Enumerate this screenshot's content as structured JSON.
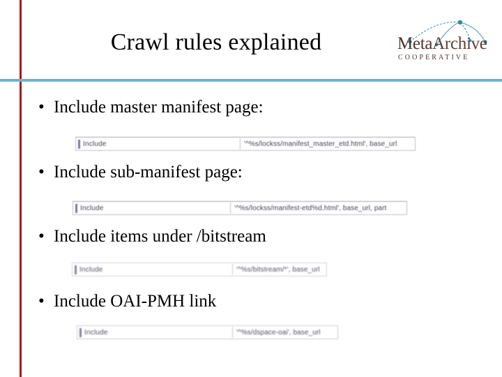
{
  "slide": {
    "title": "Crawl rules explained",
    "logo": {
      "wordmark_meta": "Meta",
      "wordmark_archive": "Archive",
      "tagline": "COOPERATIVE",
      "arc_color": "#4a9db5",
      "wordmark_color": "#5d4037"
    },
    "accent_colors": {
      "left_bar": "#a81616",
      "divider": "#6cb3cc"
    },
    "bullet_char": "•",
    "bullets": [
      {
        "text": "Include master manifest page:",
        "rule": {
          "label": "Include",
          "value": "'^%s/lockss/manifest_master_etd.html', base_url"
        }
      },
      {
        "text": "Include sub-manifest page:",
        "rule": {
          "label": "Include",
          "value": "'^%s/lockss/manifest-etd%d.html', base_url, part"
        }
      },
      {
        "text": "Include items under /bitstream",
        "rule": {
          "label": "Include",
          "value": "'^%s/bitstream/*', base_url"
        }
      },
      {
        "text": "Include OAI-PMH link",
        "rule": {
          "label": "Include",
          "value": "'^%s/dspace-oai', base_url"
        }
      }
    ]
  }
}
